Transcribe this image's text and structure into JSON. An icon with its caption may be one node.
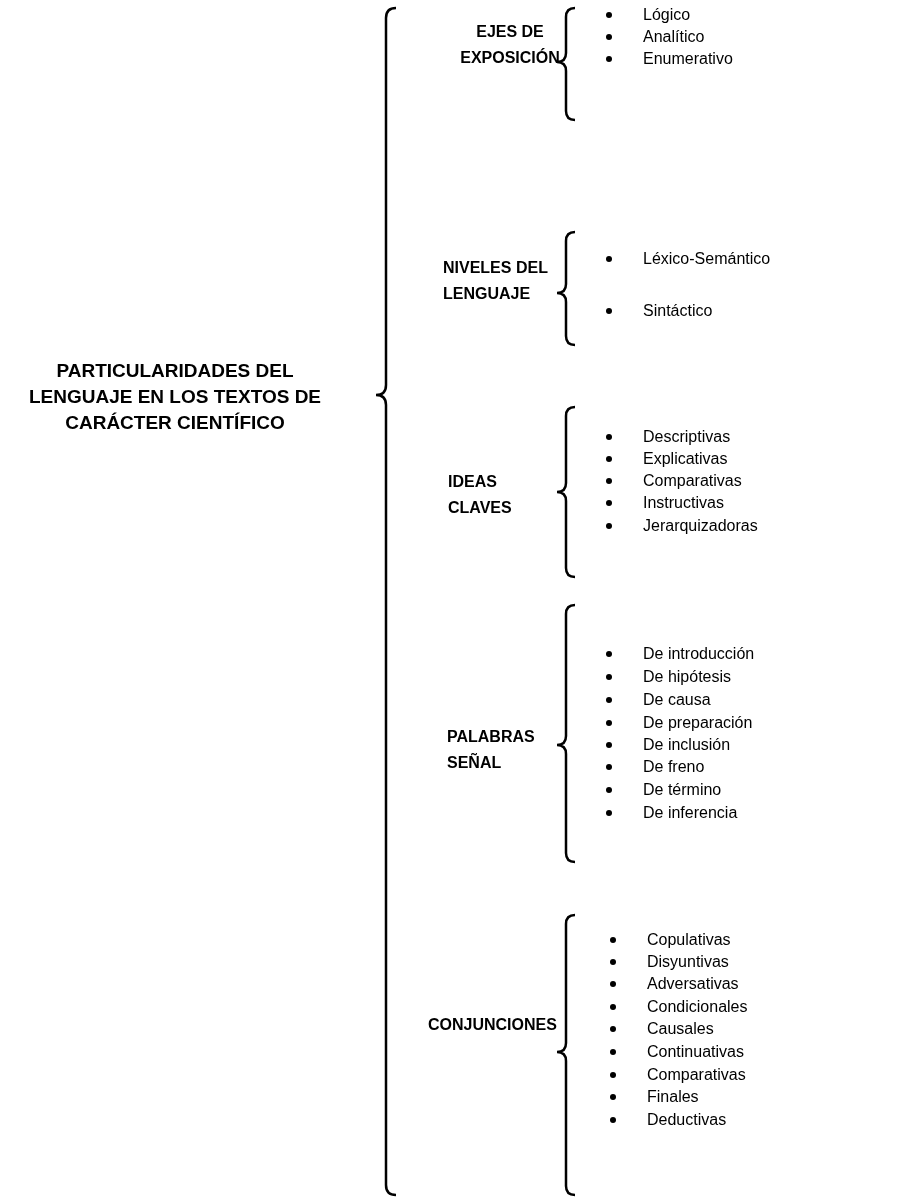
{
  "diagram": {
    "labels": [
      "PARTICULARIDADES DEL LENGUAJE EN LOS TEXTOS DE CARÁCTER CIENTÍFICO",
      "EJES DE EXPOSICIÓN",
      "Lógico",
      "Analítico",
      "Enumerativo",
      "NIVELES DEL LENGUAJE",
      "Léxico-Semántico",
      "Sintáctico",
      "IDEAS CLAVES",
      "Descriptivas",
      "Explicativas",
      "Comparativas",
      "Instructivas",
      "Jerarquizadoras",
      "PALABRAS SEÑAL",
      "De introducción",
      "De hipótesis",
      "De causa",
      "De preparación",
      "De inclusión",
      "De freno",
      "De término",
      "De inferencia",
      "CONJUNCIONES",
      "Copulativas",
      "Disyuntivas",
      "Adversativas",
      "Condicionales",
      "Causales",
      "Continuativas",
      "Comparativas",
      "Finales",
      "Deductivas"
    ]
  }
}
